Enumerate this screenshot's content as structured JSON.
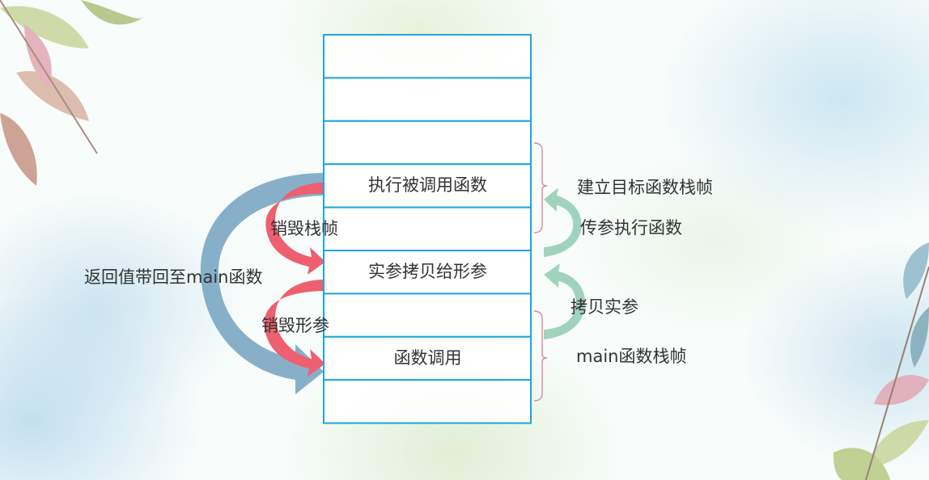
{
  "stack": {
    "cells": [
      "",
      "",
      "",
      "执行被调用函数",
      "",
      "实参拷贝给形参",
      "",
      "函数调用",
      ""
    ]
  },
  "labels": {
    "build_frame": "建立目标函数栈帧",
    "pass_param": "传参执行函数",
    "copy_arg": "拷贝实参",
    "main_frame": "main函数栈帧",
    "destroy_frame": "销毁栈帧",
    "destroy_param": "销毁形参",
    "return_main": "返回值带回至main函数"
  },
  "colors": {
    "stack_border": "#1ca7e0",
    "red_arrow": "#ee5f6f",
    "blue_arrow": "#7aa6c2",
    "green_arrow": "#9fd3bd",
    "brace": "#e4899a"
  },
  "decor": [
    "leaf-icon",
    "leaf-icon",
    "leaf-icon"
  ]
}
